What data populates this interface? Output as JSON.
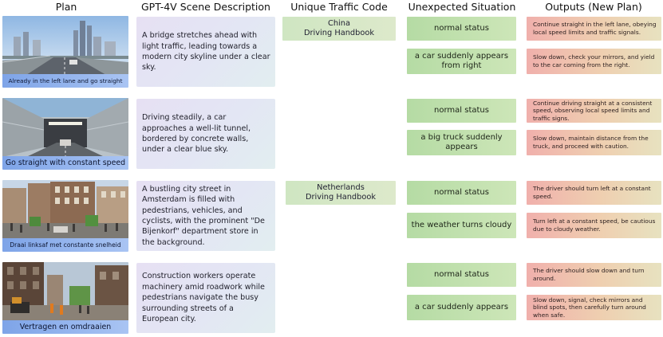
{
  "headers": {
    "plan": "Plan",
    "scene": "GPT-4V Scene Description",
    "code": "Unique Traffic Code",
    "situation": "Unexpected Situation",
    "outputs": "Outputs (New Plan)"
  },
  "rows": [
    {
      "plan": "Already in the left lane and go straight",
      "scene": "A bridge stretches ahead with light traffic, leading towards a modern city skyline under a clear sky.",
      "situations": [
        {
          "situation": "normal status",
          "output": "Continue straight in the left lane, obeying local speed limits and traffic signals."
        },
        {
          "situation": "a car suddenly appears from right",
          "output": "Slow down, check your mirrors, and yield to the car coming from the right."
        }
      ]
    },
    {
      "plan": "Go straight with constant speed",
      "scene": "Driving steadily, a car approaches a well-lit tunnel, bordered by concrete walls, under a clear blue sky.",
      "situations": [
        {
          "situation": "normal status",
          "output": "Continue driving straight at a consistent speed, observing local speed limits and traffic signs."
        },
        {
          "situation": "a big truck suddenly appears",
          "output": "Slow down, maintain distance from the truck, and proceed with caution."
        }
      ]
    },
    {
      "plan": "Draai linksaf met constante snelheid",
      "scene": "A bustling city street in Amsterdam is filled with pedestrians, vehicles, and cyclists, with the prominent \"De Bijenkorf\" department store in the background.",
      "situations": [
        {
          "situation": "normal status",
          "output": "The driver should turn left at a constant speed."
        },
        {
          "situation": "the weather turns cloudy",
          "output": "Turn left at a constant speed, be cautious due to cloudy weather."
        }
      ]
    },
    {
      "plan": "Vertragen en omdraaien",
      "scene": "Construction workers operate machinery amid roadwork while pedestrians navigate the busy surrounding streets of a European city.",
      "situations": [
        {
          "situation": "normal status",
          "output": "The driver should slow down and turn around."
        },
        {
          "situation": "a car suddenly appears",
          "output": "Slow down, signal, check mirrors and blind spots, then carefully turn around when safe."
        }
      ]
    }
  ],
  "traffic_codes": [
    {
      "line1": "China",
      "line2": "Driving Handbook"
    },
    {
      "line1": "Netherlands",
      "line2": "Driving Handbook"
    }
  ]
}
